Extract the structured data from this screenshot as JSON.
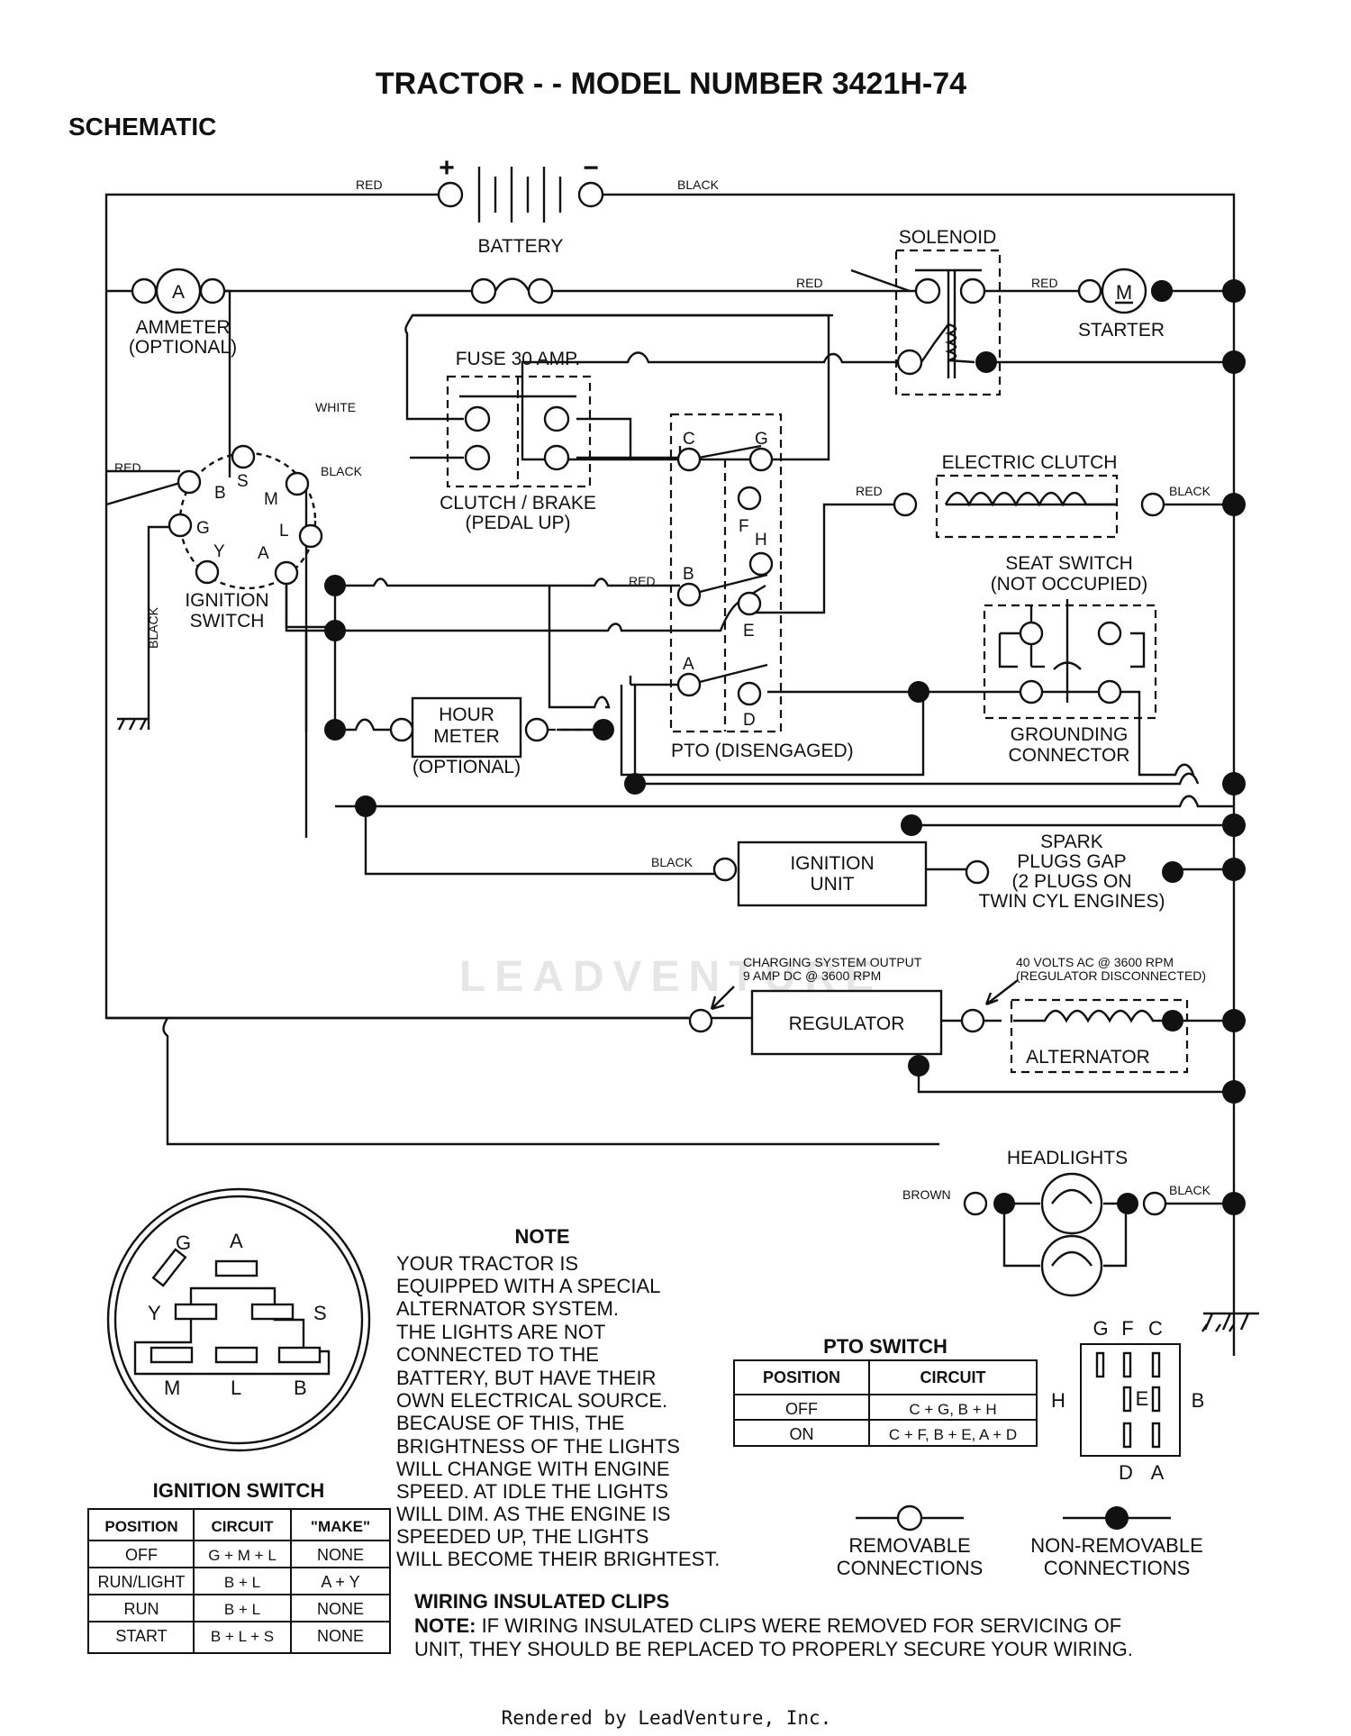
{
  "title": "TRACTOR - - MODEL NUMBER 3421H-74",
  "subtitle": "SCHEMATIC",
  "components": {
    "battery": "BATTERY",
    "plus": "+",
    "minus": "−",
    "solenoid": "SOLENOID",
    "starter": "STARTER",
    "starter_m": "M",
    "ammeter_a": "A",
    "ammeter": "AMMETER",
    "ammeter_opt": "(OPTIONAL)",
    "fuse": "FUSE 30 AMP.",
    "clutch_brake": "CLUTCH / BRAKE",
    "pedal_up": "(PEDAL UP)",
    "electric_clutch": "ELECTRIC CLUTCH",
    "seat_switch": "SEAT SWITCH",
    "not_occupied": "(NOT OCCUPIED)",
    "grounding": "GROUNDING",
    "connector": "CONNECTOR",
    "ignition_switch_1": "IGNITION",
    "ignition_switch_2": "SWITCH",
    "hour_meter_1": "HOUR",
    "hour_meter_2": "METER",
    "hour_meter_opt": "(OPTIONAL)",
    "pto": "PTO (DISENGAGED)",
    "ignition_unit_1": "IGNITION",
    "ignition_unit_2": "UNIT",
    "spark_1": "SPARK",
    "spark_2": "PLUGS GAP",
    "spark_3": "(2 PLUGS ON",
    "spark_4": "TWIN CYL  ENGINES)",
    "charging_1": "CHARGING SYSTEM OUTPUT",
    "charging_2": "9 AMP DC @ 3600 RPM",
    "volts_1": "40 VOLTS AC @ 3600 RPM",
    "volts_2": "(REGULATOR DISCONNECTED)",
    "regulator": "REGULATOR",
    "alternator": "ALTERNATOR",
    "headlights": "HEADLIGHTS"
  },
  "pins": {
    "ignition": {
      "B": "B",
      "S": "S",
      "M": "M",
      "G": "G",
      "L": "L",
      "Y": "Y",
      "A": "A"
    },
    "pto": {
      "C": "C",
      "G": "G",
      "F": "F",
      "H": "H",
      "B": "B",
      "E": "E",
      "A": "A",
      "D": "D"
    }
  },
  "wire_labels": {
    "red": "RED",
    "black": "BLACK",
    "white": "WHITE",
    "brown": "BROWN"
  },
  "ign_switch_detail": {
    "title": "IGNITION SWITCH",
    "letters": {
      "G": "G",
      "A": "A",
      "Y": "Y",
      "S": "S",
      "M": "M",
      "L": "L",
      "B": "B"
    },
    "table": {
      "headers": [
        "POSITION",
        "CIRCUIT",
        "\"MAKE\""
      ],
      "rows": [
        [
          "OFF",
          "G + M + L",
          "NONE"
        ],
        [
          "RUN/LIGHT",
          "B + L",
          "A + Y"
        ],
        [
          "RUN",
          "B + L",
          "NONE"
        ],
        [
          "START",
          "B + L + S",
          "NONE"
        ]
      ]
    }
  },
  "note": {
    "title": "NOTE",
    "lines": [
      "YOUR TRACTOR IS",
      "EQUIPPED WITH A SPECIAL",
      "ALTERNATOR SYSTEM.",
      "THE LIGHTS ARE NOT",
      "CONNECTED TO THE",
      "BATTERY, BUT HAVE THEIR",
      "OWN ELECTRICAL SOURCE.",
      "BECAUSE OF THIS, THE",
      "BRIGHTNESS OF THE LIGHTS",
      "WILL CHANGE WITH ENGINE",
      "SPEED.  AT IDLE THE LIGHTS",
      "WILL DIM.  AS THE ENGINE IS",
      "SPEEDED UP, THE LIGHTS",
      "WILL BECOME THEIR BRIGHTEST."
    ]
  },
  "pto_switch": {
    "title": "PTO SWITCH",
    "headers": [
      "POSITION",
      "CIRCUIT"
    ],
    "rows": [
      [
        "OFF",
        "C + G, B + H"
      ],
      [
        "ON",
        "C + F, B + E, A + D"
      ]
    ],
    "letters": {
      "G": "G",
      "F": "F",
      "C": "C",
      "H": "H",
      "E": "E",
      "B": "B",
      "D": "D",
      "A": "A"
    }
  },
  "legend": {
    "removable_1": "REMOVABLE",
    "removable_2": "CONNECTIONS",
    "non_removable_1": "NON-REMOVABLE",
    "non_removable_2": "CONNECTIONS"
  },
  "clips": {
    "title": "WIRING INSULATED CLIPS",
    "note_label": "NOTE:",
    "line1": " IF WIRING INSULATED CLIPS WERE REMOVED FOR SERVICING OF",
    "line2": "UNIT, THEY SHOULD BE REPLACED TO PROPERLY SECURE YOUR WIRING."
  },
  "watermark": "LEADVENTURE",
  "footer": "Rendered by LeadVenture, Inc."
}
